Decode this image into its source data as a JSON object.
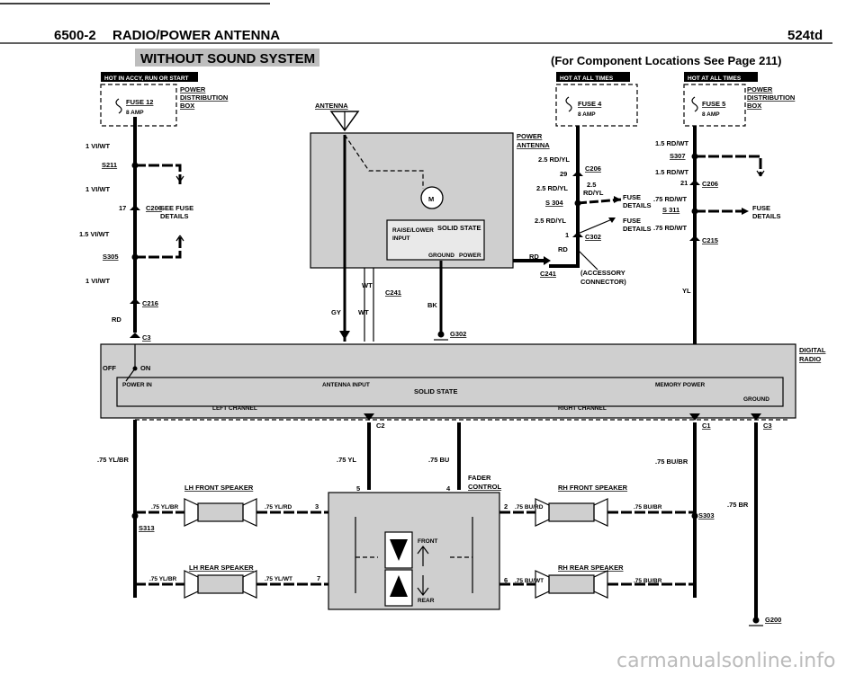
{
  "header": {
    "section": "6500-2",
    "title": "RADIO/POWER ANTENNA",
    "page_code": "524td",
    "variant_banner": "WITHOUT SOUND SYSTEM",
    "locations_note": "(For Component Locations See Page 211)"
  },
  "hot_labels": {
    "left": "HOT IN ACCY, RUN OR START",
    "mid": "HOT AT ALL TIMES",
    "right": "HOT AT ALL TIMES"
  },
  "power_dist": {
    "left": {
      "line1": "POWER",
      "line2": "DISTRIBUTION",
      "line3": "BOX",
      "fuse": "FUSE 12",
      "amp": "8 AMP"
    },
    "mid": {
      "fuse": "FUSE 4",
      "amp": "8 AMP"
    },
    "right": {
      "line1": "POWER",
      "line2": "DISTRIBUTION",
      "line3": "BOX",
      "fuse": "FUSE 5",
      "amp": "8 AMP"
    }
  },
  "left_circuit": {
    "w1": "1 VI/WT",
    "s211": "S211",
    "w2": "1 VI/WT",
    "c206_pin": "17",
    "c206": "C206",
    "see_fuse": "SEE FUSE",
    "details": "DETAILS",
    "w3": "1.5 VI/WT",
    "s305": "S305",
    "w4": "1 VI/WT",
    "c216": "C216",
    "rd": "RD",
    "c3": "C3"
  },
  "antenna": {
    "label": "ANTENNA",
    "raise_lower": "RAISE/LOWER",
    "input": "INPUT",
    "solid_state": "SOLID STATE",
    "ground": "GROUND",
    "power": "POWER",
    "motor": "M",
    "wt": "WT",
    "c241": "C241",
    "gy": "GY",
    "wt2": "WT",
    "bk": "BK",
    "g302": "G302"
  },
  "power_antenna": {
    "line1": "POWER",
    "line2": "ANTENNA",
    "w1": "2.5 RD/YL",
    "pin29": "29",
    "c206": "C206",
    "w2": "2.5 RD/YL",
    "w2b": "2.5",
    "w2c": "RD/YL",
    "s304": "S 304",
    "w3": "2.5 RD/YL",
    "pin1": "1",
    "c302": "C302",
    "rd": "RD",
    "c241": "C241",
    "accessory": "(ACCESSORY",
    "connector": "CONNECTOR)",
    "fuse1": "FUSE",
    "details1": "DETAILS",
    "fuse2": "FUSE",
    "details2": "DETAILS"
  },
  "right_circuit": {
    "w1": "1.5 RD/WT",
    "s307": "S307",
    "w2": "1.5 RD/WT",
    "pin21": "21",
    "c206": "C206",
    "w3": ".75 RD/WT",
    "s311": "S 311",
    "fuse": "FUSE",
    "details": "DETAILS",
    "w4": ".75 RD/WT",
    "c215": "C215",
    "yl": "YL"
  },
  "radio": {
    "name_line1": "DIGITAL",
    "name_line2": "RADIO",
    "off": "OFF",
    "on": "ON",
    "power_in": "POWER IN",
    "antenna_input": "ANTENNA INPUT",
    "solid_state": "SOLID STATE",
    "memory_power": "MEMORY POWER",
    "ground": "GROUND",
    "left_channel": "LEFT  CHANNEL",
    "right_channel": "RIGHT CHANNEL",
    "c2": "C2",
    "c1": "C1",
    "c3": "C3"
  },
  "speakers": {
    "w_left": ".75 YL/BR",
    "w_yl": ".75 YL",
    "w_bu": ".75 BU",
    "w_bubr": ".75 BU/BR",
    "pin5": "5",
    "pin4": "4",
    "fader1": "FADER",
    "fader2": "CONTROL",
    "lh_front": "LH FRONT SPEAKER",
    "lh_front_w1": ".75 YL/BR",
    "lh_front_w2": ".75 YL/RD",
    "pin3": "3",
    "s313": "S313",
    "rh_front": "RH FRONT SPEAKER",
    "pin2": "2",
    "rh_front_w1": ".75 BU/RD",
    "rh_front_w2": ".75 BU/BR",
    "s303": "S303",
    "w_br": ".75 BR",
    "front": "FRONT",
    "rear": "REAR",
    "lh_rear": "LH REAR SPEAKER",
    "lh_rear_w1": ".75 YL/BR",
    "lh_rear_w2": ".75 YL/WT",
    "pin7": "7",
    "rh_rear": "RH REAR SPEAKER",
    "pin6": "6",
    "rh_rear_w1": ".75 BU/WT",
    "rh_rear_w2": ".75 BU/BR",
    "g200": "G200"
  },
  "watermark": "carmanualsonline.info"
}
